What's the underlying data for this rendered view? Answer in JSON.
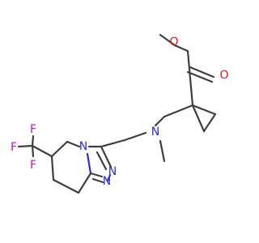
{
  "molecule": {
    "atoms": {
      "ester_oxygen": "O",
      "carbonyl_oxygen": "O",
      "amine_nitrogen": "N",
      "triazole_n4": "N",
      "triazole_n2": "N",
      "triazole_n1": "N",
      "fluorine_top": "F",
      "fluorine_left": "F",
      "fluorine_bottom": "F"
    },
    "colors": {
      "carbon_bond": "#3f3f3f",
      "nitrogen": "#2b2bdd",
      "oxygen": "#e01b1b",
      "fluorine": "#b81cb8"
    }
  }
}
